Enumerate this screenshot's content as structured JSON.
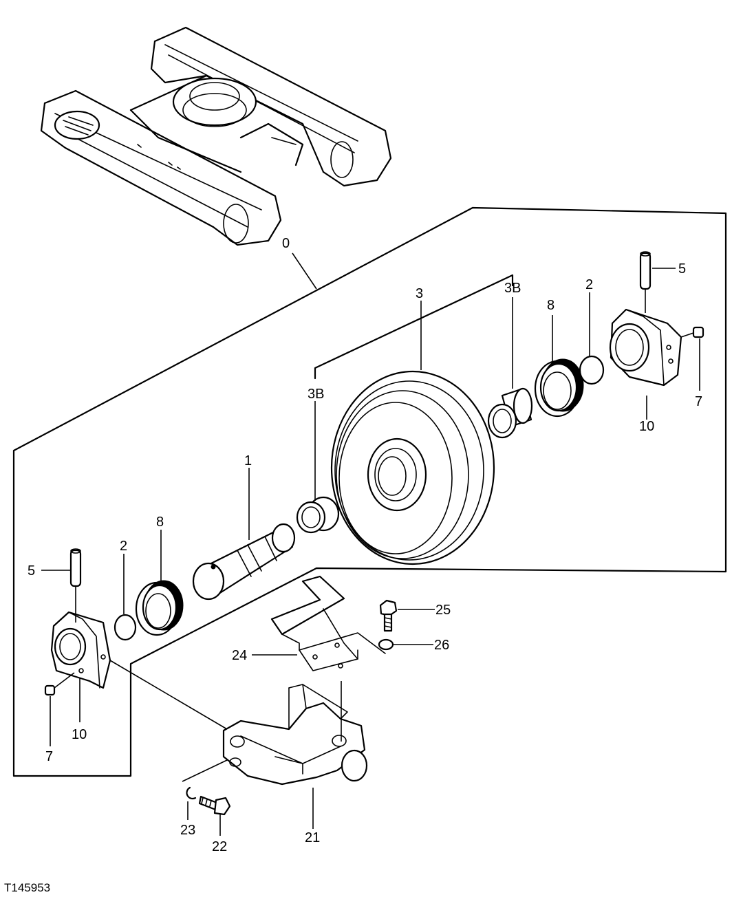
{
  "figure_id": "T145953",
  "callouts": {
    "c0": "0",
    "c1": "1",
    "c2_left": "2",
    "c2_right": "2",
    "c3": "3",
    "c3b_left": "3B",
    "c3b_right": "3B",
    "c5_left": "5",
    "c5_right": "5",
    "c7_left": "7",
    "c7_right": "7",
    "c8_left": "8",
    "c8_right": "8",
    "c10_left": "10",
    "c10_right": "10",
    "c21": "21",
    "c22": "22",
    "c23": "23",
    "c24": "24",
    "c25": "25",
    "c26": "26"
  }
}
